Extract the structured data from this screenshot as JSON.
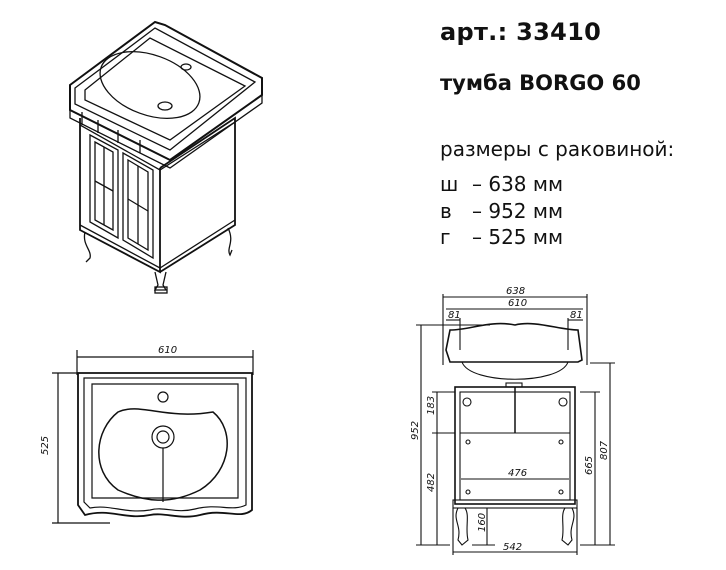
{
  "product": {
    "article_label": "арт.: 33410",
    "name": "тумба BORGO 60"
  },
  "sizes": {
    "heading": "размеры с раковиной:",
    "rows": [
      {
        "key": "ш",
        "value": "– 638 мм"
      },
      {
        "key": "в",
        "value": "– 952 мм"
      },
      {
        "key": "г",
        "value": "– 525 мм"
      }
    ]
  },
  "top_view": {
    "width_label": "610",
    "depth_label": "525"
  },
  "front_view": {
    "overall_width": "638",
    "basin_width": "610",
    "left_overhang": "81",
    "right_overhang": "81",
    "total_height": "952",
    "upper_height": "183",
    "lower_height": "482",
    "inner_width": "476",
    "leg_height": "160",
    "base_width": "542",
    "cabinet_height": "665",
    "body_height": "807"
  }
}
